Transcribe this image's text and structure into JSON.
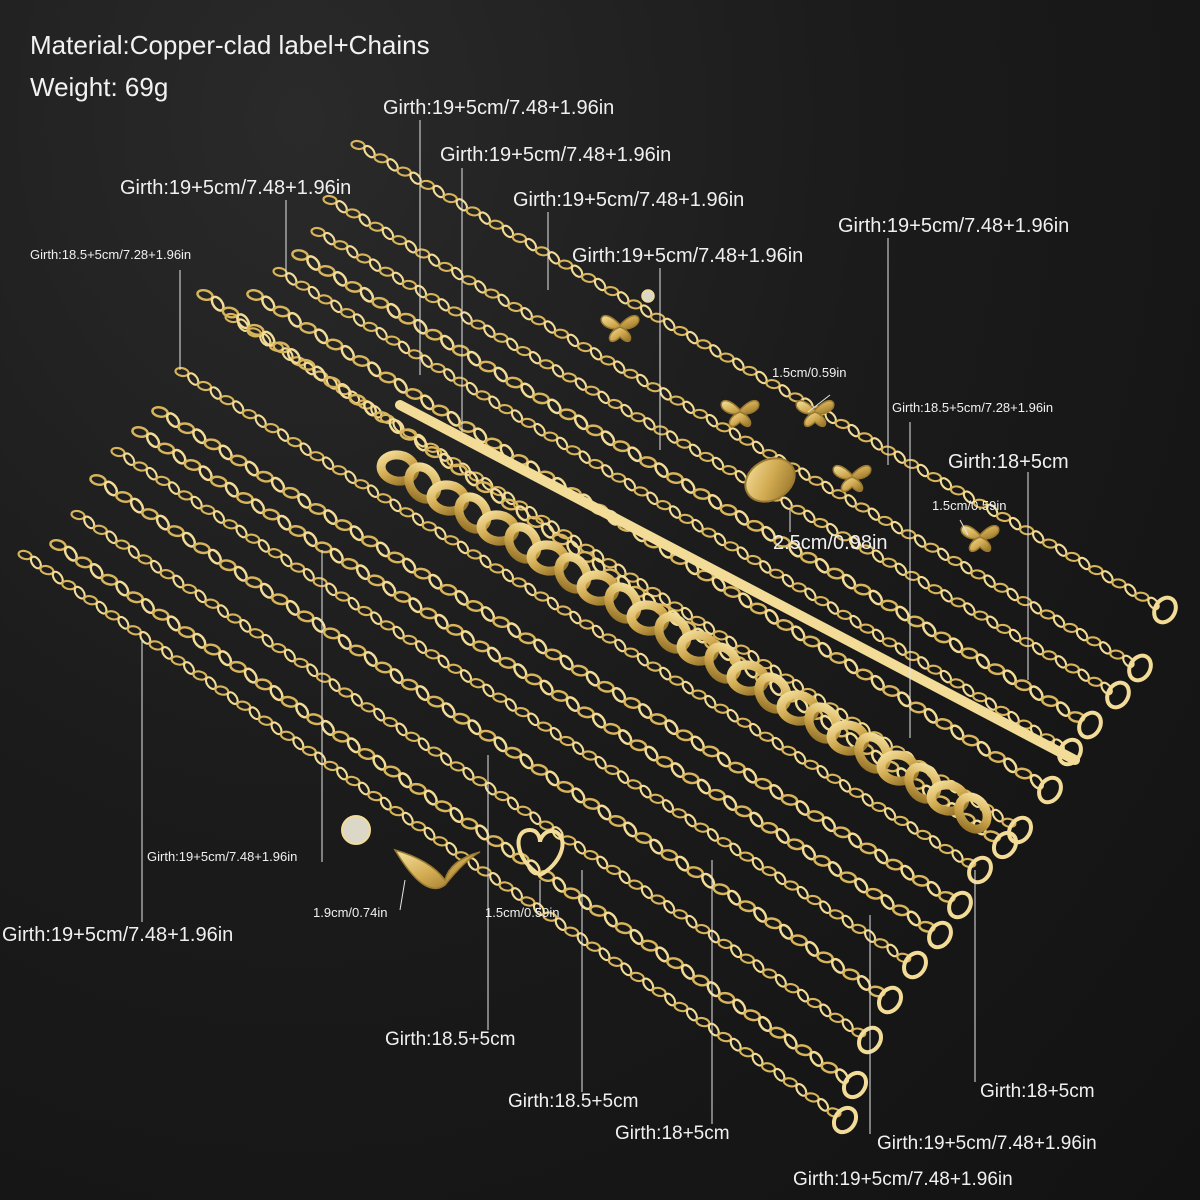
{
  "header": {
    "material": "Material:Copper-clad label+Chains",
    "weight": "Weight: 69g"
  },
  "girth_labels": [
    "Girth:19+5cm/7.48+1.96in",
    "Girth:19+5cm/7.48+1.96in",
    "Girth:19+5cm/7.48+1.96in",
    "Girth:19+5cm/7.48+1.96in",
    "Girth:19+5cm/7.48+1.96in",
    "Girth:19+5cm/7.48+1.96in",
    "Girth:18.5+5cm/7.28+1.96in",
    "Girth:18.5+5cm/7.28+1.96in",
    "Girth:18+5cm",
    "Girth:19+5cm/7.48+1.96in",
    "Girth:19+5cm/7.48+1.96in",
    "Girth:18.5+5cm",
    "Girth:18.5+5cm",
    "Girth:18+5cm",
    "Girth:18+5cm",
    "Girth:19+5cm/7.48+1.96in",
    "Girth:19+5cm/7.48+1.96in"
  ],
  "size_labels": [
    "1.5cm/0.59in",
    "1.5cm/0.59in",
    "2.5cm/0.98in",
    "1.9cm/0.74in",
    "1.5cm/0.59in"
  ],
  "colors": {
    "gold": "#d8b45a",
    "gold_light": "#f3dc97",
    "gold_dark": "#9a7a30",
    "background": "#181818"
  }
}
